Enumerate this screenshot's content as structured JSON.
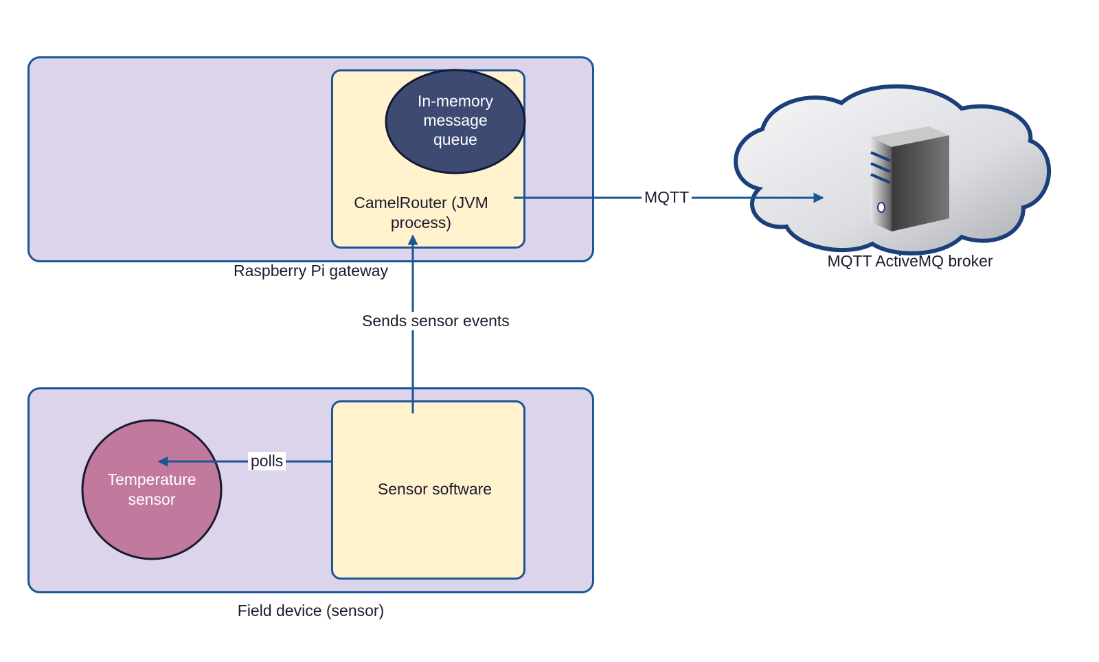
{
  "gateway": {
    "label": "Raspberry Pi gateway",
    "camel_router": "CamelRouter (JVM\nprocess)",
    "queue": "In-memory\nmessage\nqueue"
  },
  "broker": {
    "label": "MQTT ActiveMQ broker",
    "icon": "server-icon"
  },
  "field_device": {
    "label": "Field device (sensor)",
    "sensor_software": "Sensor software",
    "temperature_sensor": "Temperature\nsensor"
  },
  "connections": {
    "mqtt": "MQTT",
    "sends_events": "Sends sensor events",
    "polls": "polls"
  },
  "colors": {
    "stroke": "#1a5596",
    "container_fill": "#dcd4ea",
    "process_fill": "#fff2cc",
    "queue_fill": "#3d4a72",
    "sensor_fill": "#c17a9e"
  }
}
